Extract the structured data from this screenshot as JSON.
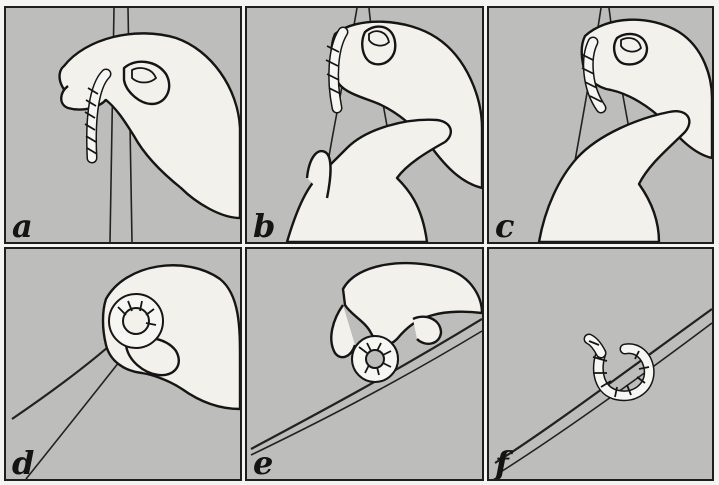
{
  "plate": {
    "panels": [
      {
        "id": "a",
        "label": "a"
      },
      {
        "id": "b",
        "label": "b"
      },
      {
        "id": "c",
        "label": "c"
      },
      {
        "id": "d",
        "label": "d"
      },
      {
        "id": "e",
        "label": "e"
      },
      {
        "id": "f",
        "label": "f"
      }
    ]
  },
  "colors": {
    "panel_background": "#bdbdbb",
    "ink": "#151515",
    "skin": "#f3f1ec",
    "page": "#f4f4f2"
  }
}
